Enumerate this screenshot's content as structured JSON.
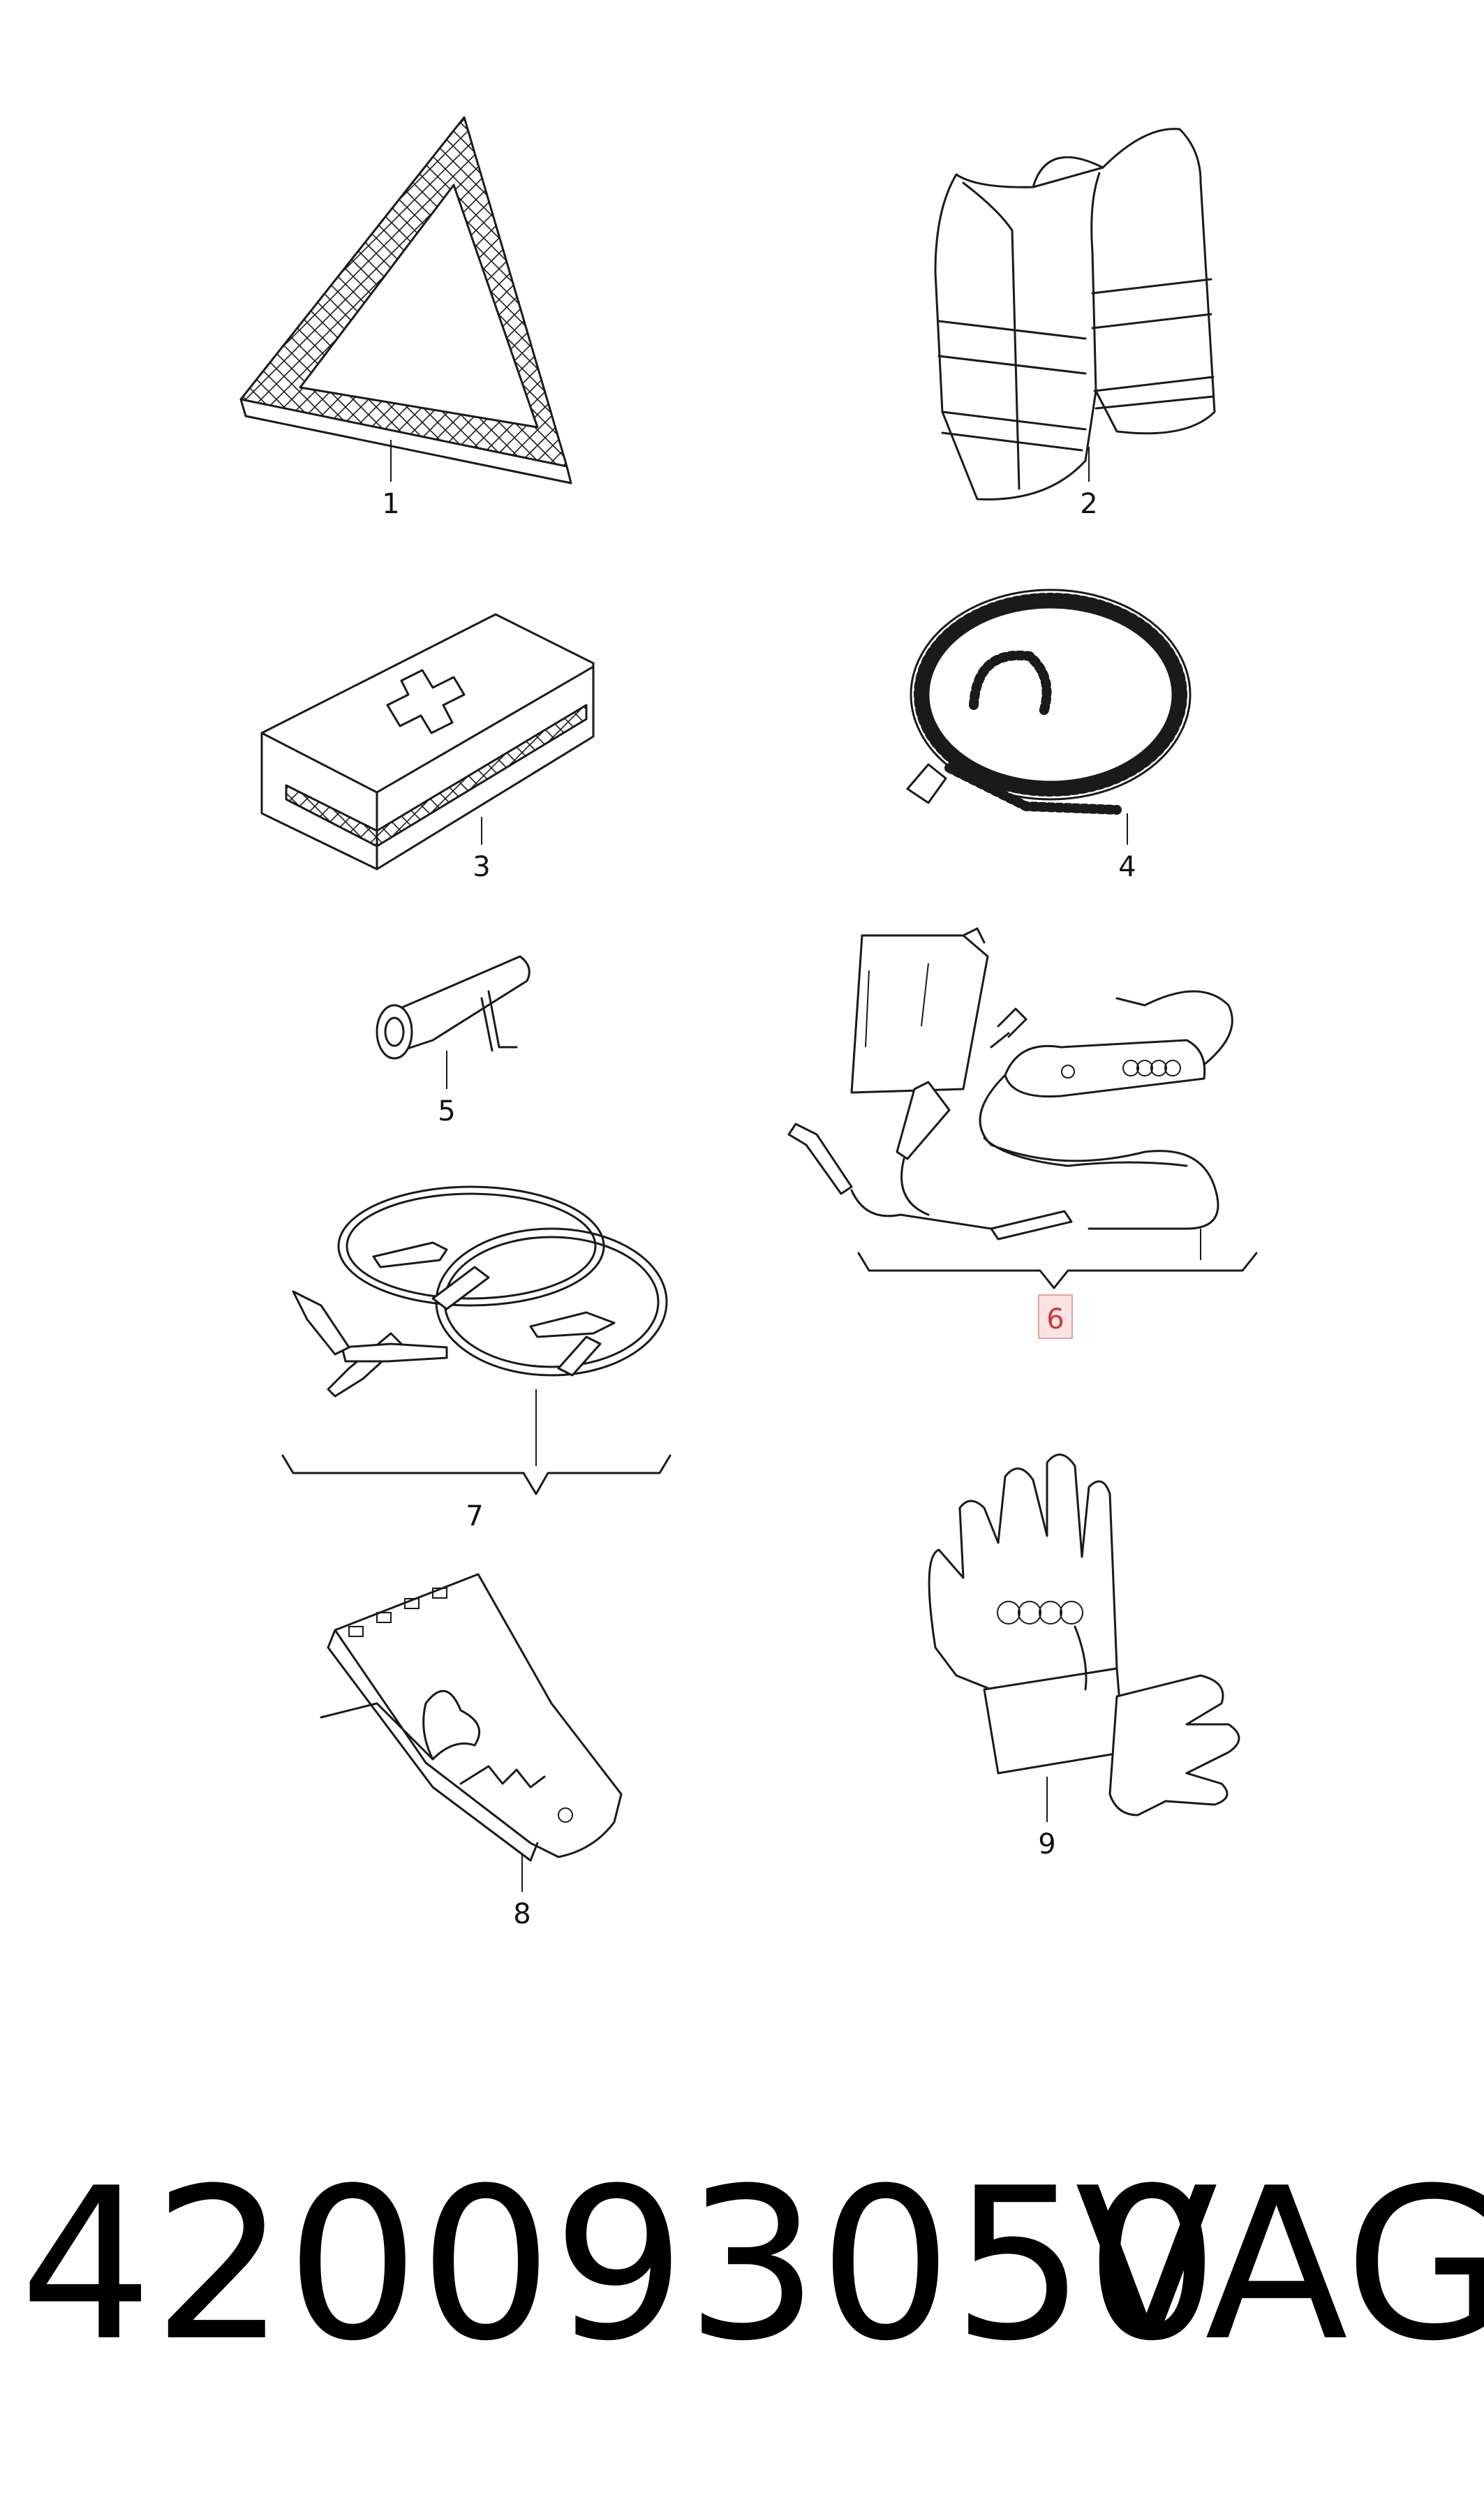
{
  "diagram": {
    "callouts": {
      "warning_triangle": "1",
      "safety_vest": "2",
      "first_aid_kit": "3",
      "tow_rope": "4",
      "tow_eye": "5",
      "battery_charger": "6",
      "jumper_cables": "7",
      "wheel_chock": "8",
      "gloves": "9"
    },
    "highlighted_callout": "6",
    "highlight_color": "#c83a3a"
  },
  "footer": {
    "part_number": "420093050",
    "brand": "VAG"
  }
}
